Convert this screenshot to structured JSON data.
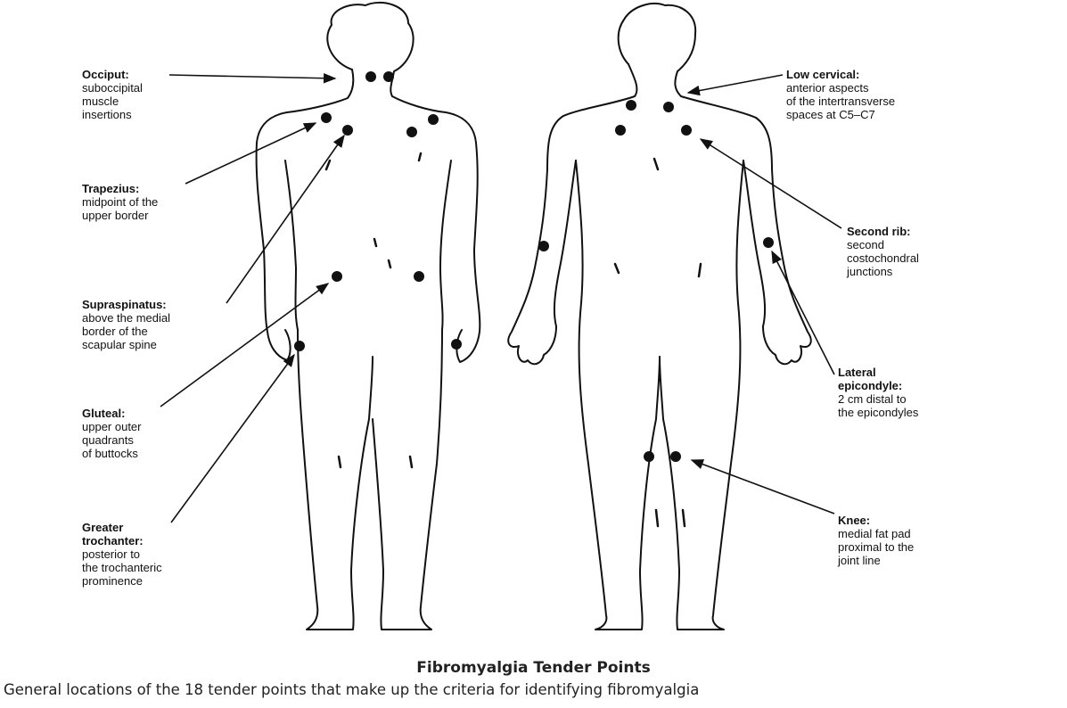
{
  "labels": {
    "occiput": {
      "head": "Occiput:",
      "lines": [
        "suboccipital",
        "muscle",
        "insertions"
      ]
    },
    "trapezius": {
      "head": "Trapezius:",
      "lines": [
        "midpoint of the",
        "upper border"
      ]
    },
    "supraspinatus": {
      "head": "Supraspinatus:",
      "lines": [
        "above the medial",
        "border of the",
        "scapular spine"
      ]
    },
    "gluteal": {
      "head": "Gluteal:",
      "lines": [
        "upper outer",
        "quadrants",
        "of buttocks"
      ]
    },
    "greater_trochanter": {
      "head": "Greater",
      "head2": "trochanter:",
      "lines": [
        "posterior to",
        "the trochanteric",
        "prominence"
      ]
    },
    "low_cervical": {
      "head": "Low cervical:",
      "lines": [
        "anterior aspects",
        "of the intertransverse",
        "spaces at C5–C7"
      ]
    },
    "second_rib": {
      "head": "Second rib:",
      "lines": [
        "second",
        "costochondral",
        "junctions"
      ]
    },
    "lateral_epicondyle": {
      "head": "Lateral",
      "head2": "epicondyle:",
      "lines": [
        "2 cm distal to",
        "the epicondyles"
      ]
    },
    "knee": {
      "head": "Knee:",
      "lines": [
        "medial fat pad",
        "proximal  to the",
        "joint line"
      ]
    }
  },
  "caption": {
    "title": "Fibromyalgia Tender Points",
    "subtitle": "General locations of the 18 tender points that make up the criteria for identifying fibromyalgia"
  },
  "colors": {
    "ink": "#111111",
    "background": "#ffffff"
  }
}
